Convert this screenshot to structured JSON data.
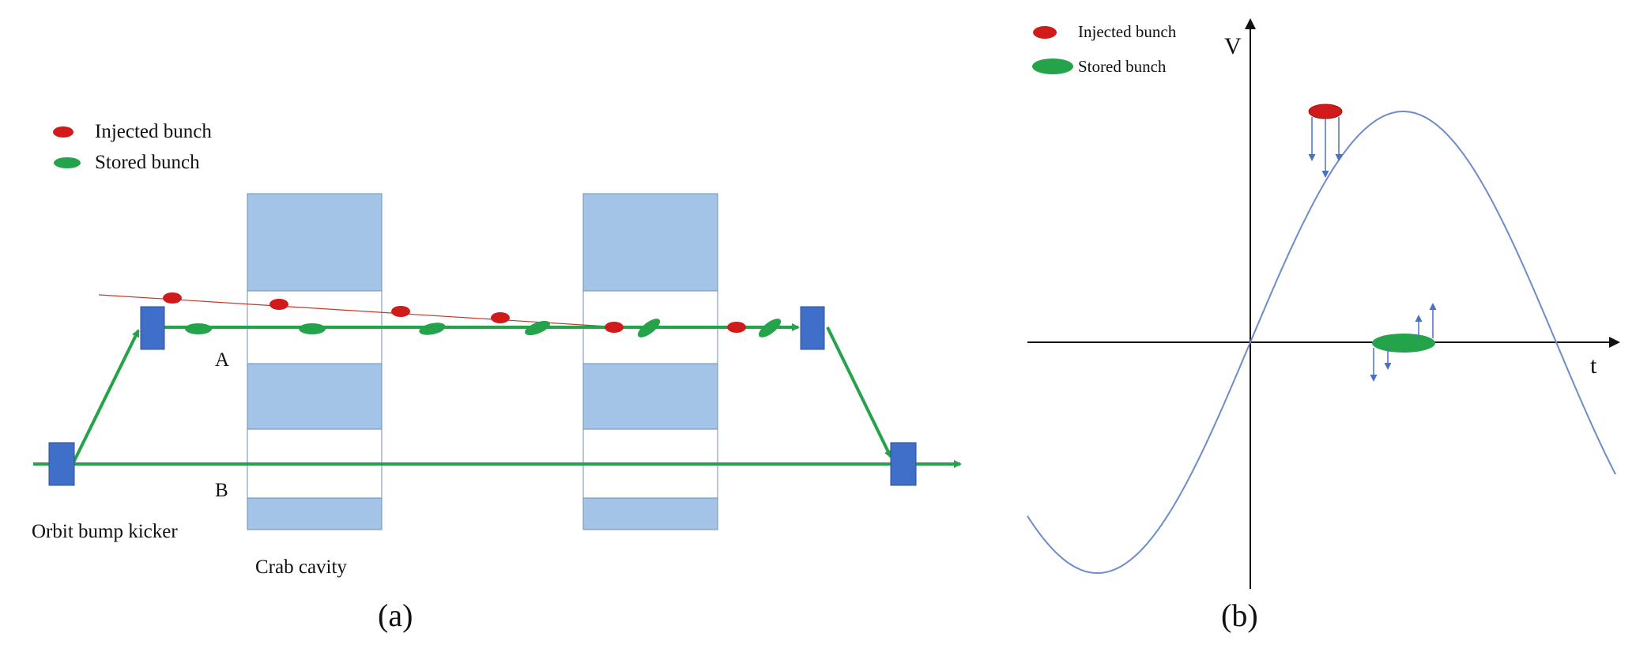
{
  "panel_a": {
    "legend": {
      "injected": "Injected bunch",
      "stored": "Stored bunch"
    },
    "label_a": "A",
    "label_b": "B",
    "kicker_label": "Orbit bump kicker",
    "cavity_label": "Crab cavity",
    "caption": "(a)",
    "colors": {
      "injected": "#d11a1a",
      "stored": "#24a34a",
      "cavity": "#a3c4e6",
      "kicker": "#3f6fc8"
    }
  },
  "panel_b": {
    "legend": {
      "injected": "Injected bunch",
      "stored": "Stored bunch"
    },
    "y_axis_label": "V",
    "x_axis_label": "t",
    "caption": "(b)",
    "colors": {
      "curve": "#6d8cc8",
      "arrows": "#4a72c0"
    }
  }
}
